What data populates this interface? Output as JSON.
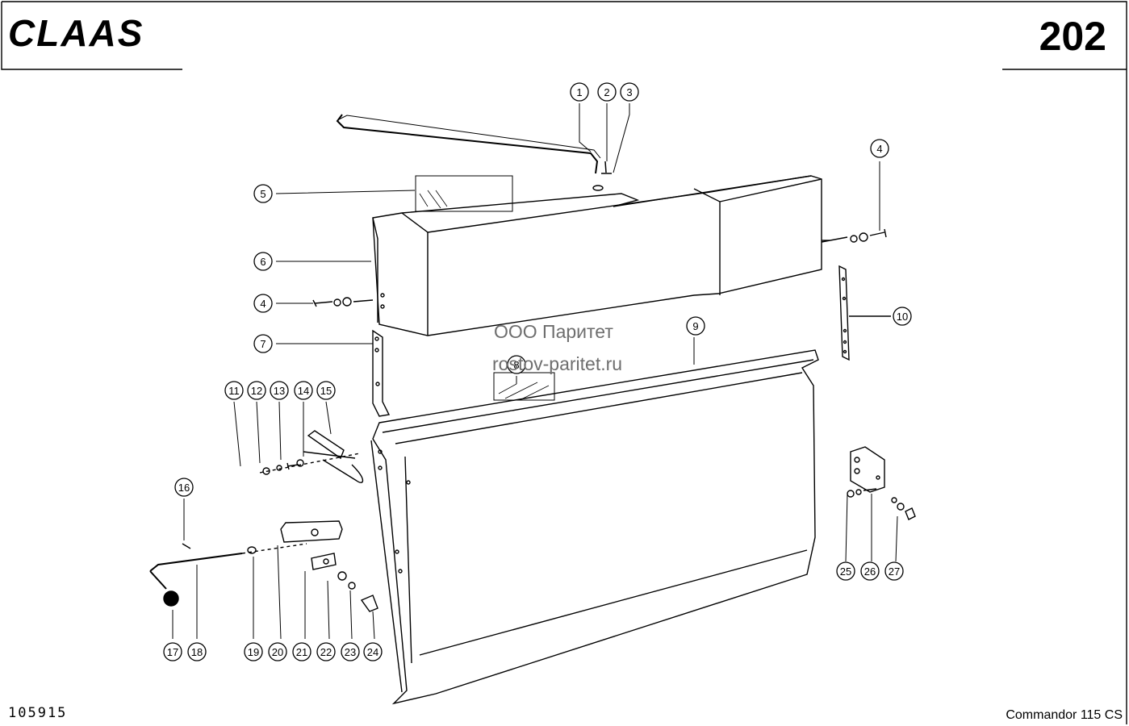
{
  "header": {
    "brand": "CLAAS",
    "page_number": "202"
  },
  "footer": {
    "drawing_number": "105915",
    "model": "Commandor 115 CS"
  },
  "watermark": {
    "company": "ООО Паритет",
    "site": "rostov-paritet.ru"
  },
  "callouts": [
    {
      "n": "1"
    },
    {
      "n": "2"
    },
    {
      "n": "3"
    },
    {
      "n": "4"
    },
    {
      "n": "5"
    },
    {
      "n": "6"
    },
    {
      "n": "4"
    },
    {
      "n": "7"
    },
    {
      "n": "8"
    },
    {
      "n": "9"
    },
    {
      "n": "10"
    },
    {
      "n": "11"
    },
    {
      "n": "12"
    },
    {
      "n": "13"
    },
    {
      "n": "14"
    },
    {
      "n": "15"
    },
    {
      "n": "16"
    },
    {
      "n": "17"
    },
    {
      "n": "18"
    },
    {
      "n": "19"
    },
    {
      "n": "20"
    },
    {
      "n": "21"
    },
    {
      "n": "22"
    },
    {
      "n": "23"
    },
    {
      "n": "24"
    },
    {
      "n": "25"
    },
    {
      "n": "26"
    },
    {
      "n": "27"
    }
  ]
}
